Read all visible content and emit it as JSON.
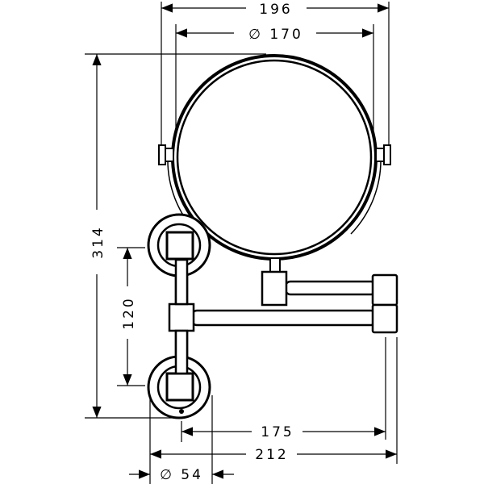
{
  "dimensions": {
    "mirror_width": "196",
    "mirror_diameter": "∅ 170",
    "total_height": "314",
    "plate_spacing": "120",
    "arm_reach": "175",
    "total_depth": "212",
    "plate_diameter": "∅ 54"
  }
}
